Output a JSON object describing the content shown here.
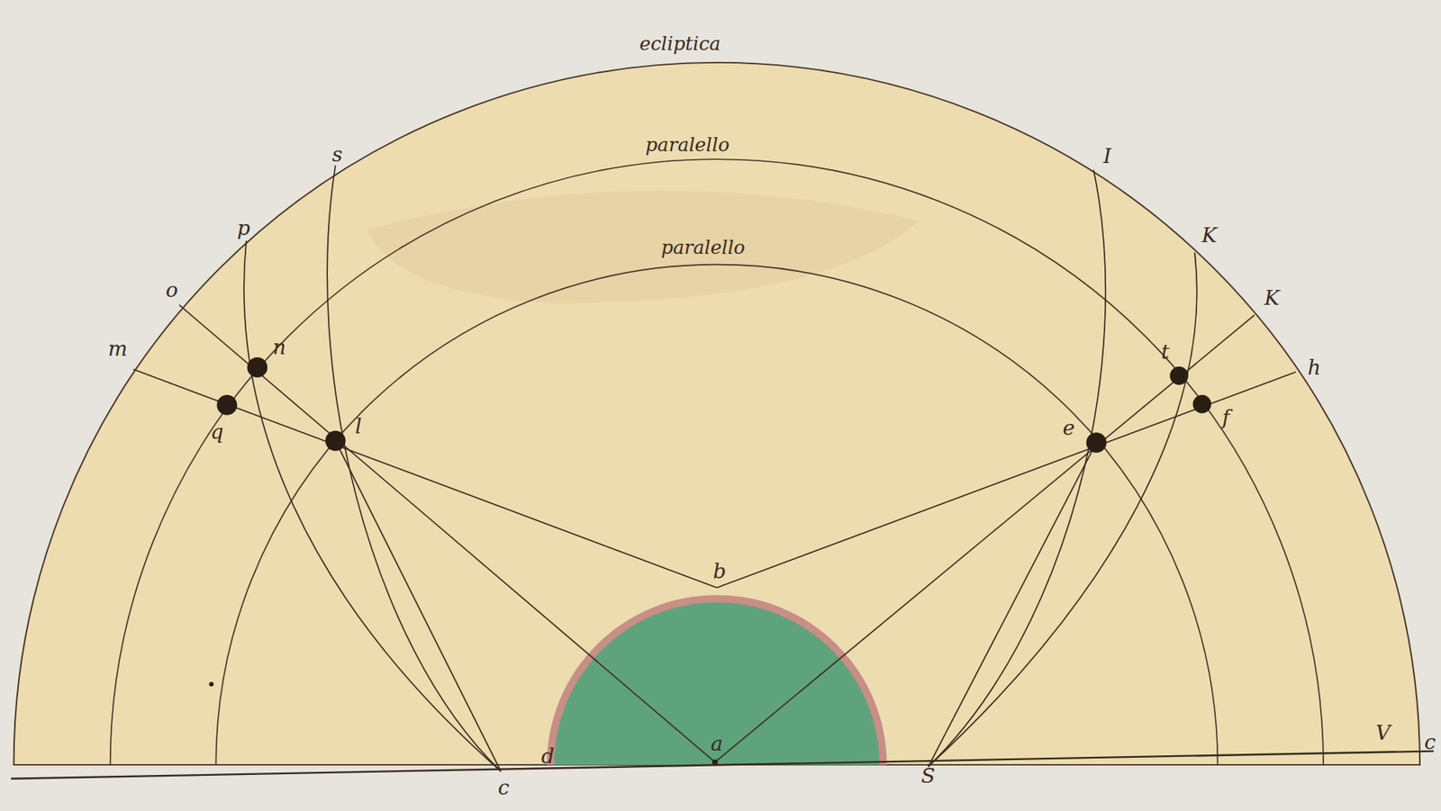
{
  "diagram": {
    "labels": [
      "ecliptica",
      "paralello",
      "paralello",
      "s",
      "p",
      "o",
      "m",
      "n",
      "q",
      "l",
      "b",
      "a",
      "c",
      "d",
      "S",
      "I",
      "K",
      "K",
      "h",
      "t",
      "f",
      "e",
      "V",
      "c"
    ]
  }
}
